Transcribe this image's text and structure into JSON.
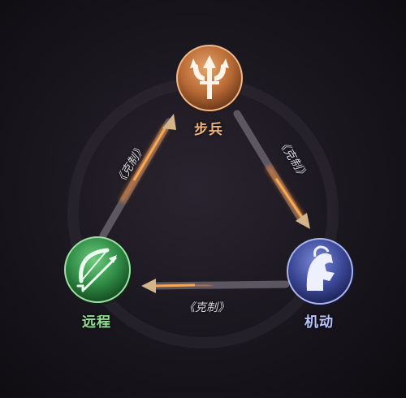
{
  "units": {
    "infantry": {
      "name": "步兵",
      "icon": "trident-icon",
      "color": "#f2b27a"
    },
    "ranged": {
      "name": "远程",
      "icon": "bow-icon",
      "color": "#8ee08c"
    },
    "mobile": {
      "name": "机动",
      "icon": "knight-helmet-icon",
      "color": "#b8c4ff"
    }
  },
  "relations": {
    "left": "《克制》",
    "right": "《克制》",
    "bottom": "《克制》"
  },
  "relation_text": "克制",
  "colors": {
    "infantry_badge": "#b86a35",
    "ranged_badge": "#2f8a44",
    "mobile_badge": "#3d4a9a",
    "flame": "#ff8a2a"
  }
}
